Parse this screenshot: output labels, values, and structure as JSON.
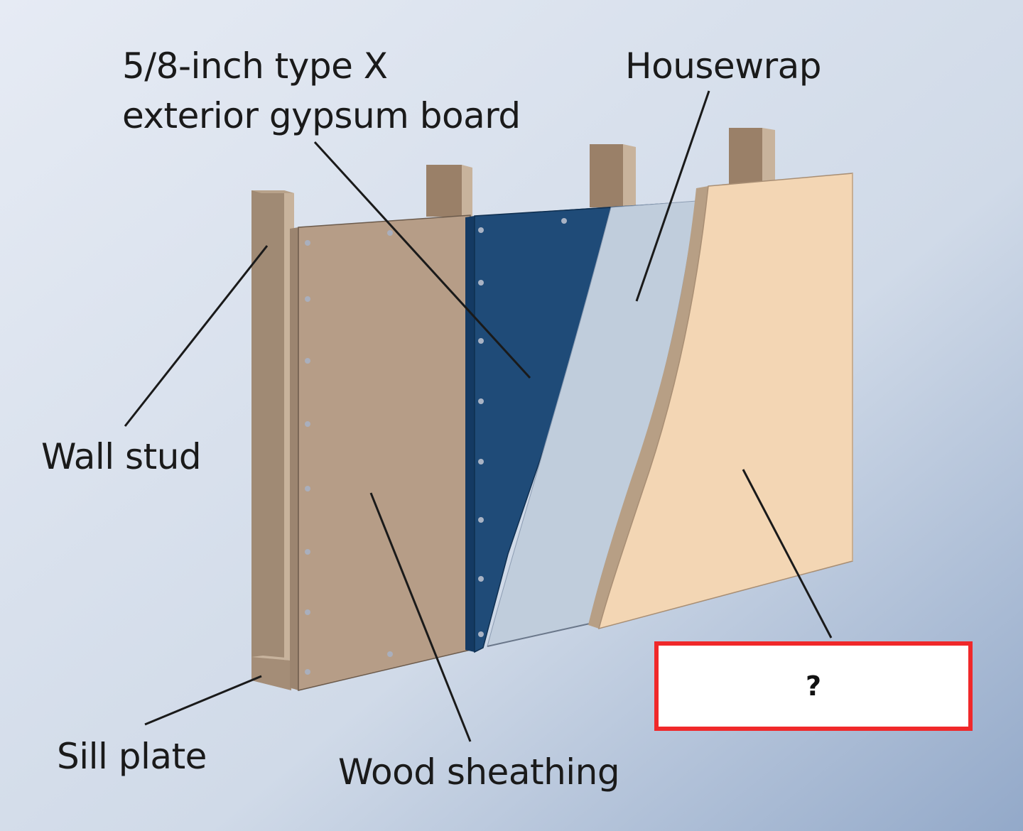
{
  "labels": {
    "gypsum_line1": "5/8-inch type X",
    "gypsum_line2": "exterior gypsum board",
    "housewrap": "Housewrap",
    "wall_stud": "Wall stud",
    "sill_plate": "Sill plate",
    "wood_sheathing": "Wood sheathing"
  },
  "answer_box": {
    "text": "?",
    "border_color": "#f0282a"
  },
  "colors": {
    "background_top": "#e3e9f3",
    "background_bottom": "#9fb2cf",
    "stud": "#a08a74",
    "sheathing": "#b59c86",
    "gypsum": "#1f4b78",
    "housewrap": "#c0cddc",
    "siding": "#f3d6b4"
  }
}
